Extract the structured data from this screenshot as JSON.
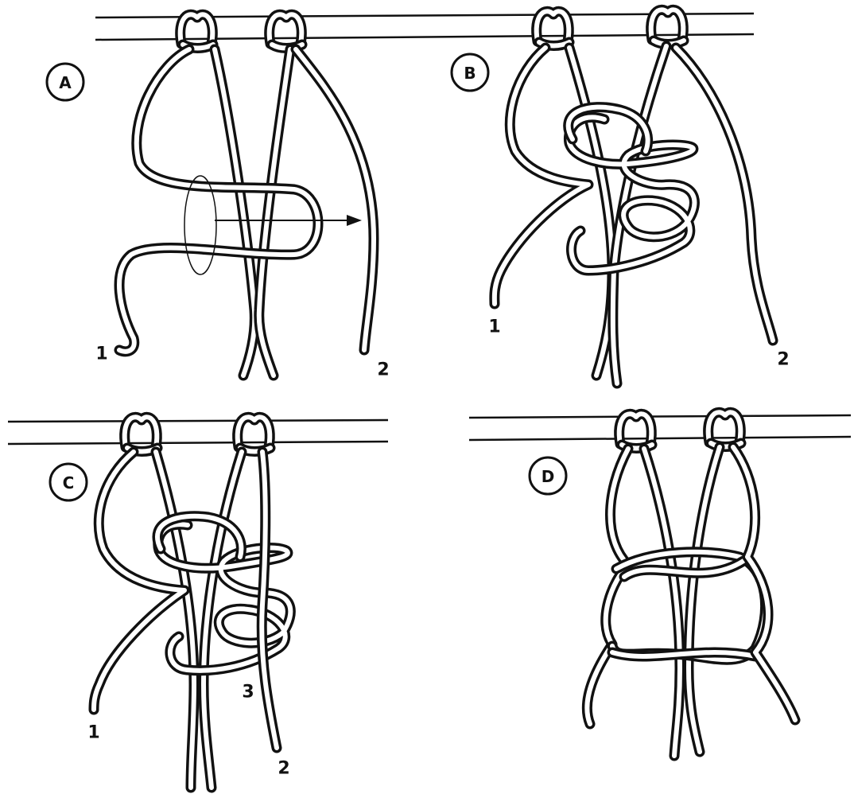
{
  "colors": {
    "ink": "#111111",
    "paper": "#ffffff"
  },
  "panels": [
    {
      "badge": "A",
      "labels": {
        "cord1": "1",
        "cord2": "2"
      }
    },
    {
      "badge": "B",
      "labels": {
        "cord1": "1",
        "cord2": "2"
      }
    },
    {
      "badge": "C",
      "labels": {
        "cord1": "1",
        "cord2": "2",
        "cord3": "3"
      }
    },
    {
      "badge": "D",
      "labels": {}
    }
  ]
}
